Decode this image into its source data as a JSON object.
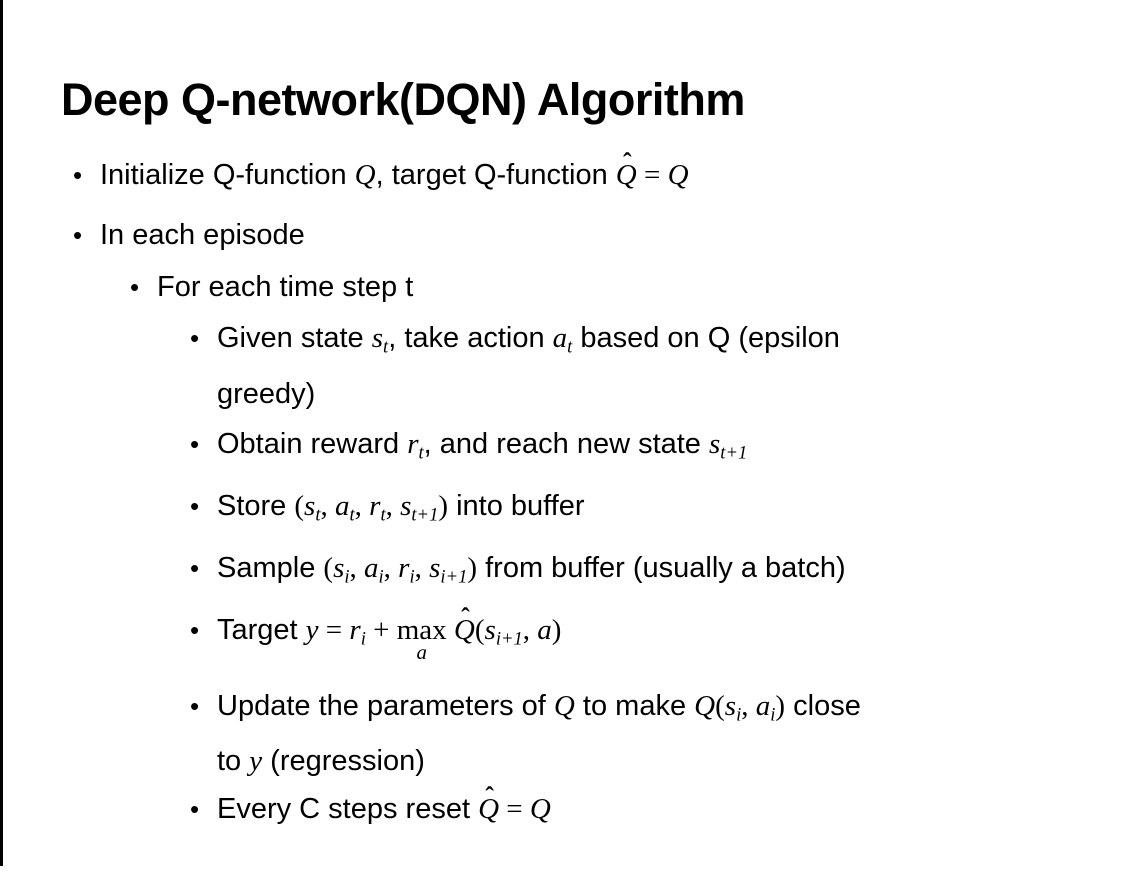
{
  "slide": {
    "title": "Deep Q-network(DQN) Algorithm",
    "bullets": [
      {
        "level": 1,
        "lines": [
          [
            {
              "k": "t",
              "t": "Initialize Q-function "
            },
            {
              "k": "v",
              "t": "Q"
            },
            {
              "k": "t",
              "t": ", target Q-function "
            },
            {
              "k": "hq",
              "t": "Q",
              "hat": "ˆ"
            },
            {
              "k": "o",
              "t": " = "
            },
            {
              "k": "v",
              "t": "Q"
            }
          ]
        ]
      },
      {
        "level": 1,
        "lines": [
          [
            {
              "k": "t",
              "t": "In each episode"
            }
          ]
        ]
      },
      {
        "level": 2,
        "lines": [
          [
            {
              "k": "t",
              "t": "For each time step t"
            }
          ]
        ]
      },
      {
        "level": 3,
        "lines": [
          [
            {
              "k": "t",
              "t": "Given state "
            },
            {
              "k": "v",
              "t": "s"
            },
            {
              "k": "sub",
              "t": "t"
            },
            {
              "k": "t",
              "t": ", take action "
            },
            {
              "k": "v",
              "t": "a"
            },
            {
              "k": "sub",
              "t": "t"
            },
            {
              "k": "t",
              "t": " based on Q (epsilon"
            }
          ],
          [
            {
              "k": "t",
              "t": "greedy)"
            }
          ]
        ]
      },
      {
        "level": 3,
        "lines": [
          [
            {
              "k": "t",
              "t": "Obtain reward "
            },
            {
              "k": "v",
              "t": "r"
            },
            {
              "k": "sub",
              "t": "t"
            },
            {
              "k": "t",
              "t": ", and reach new state "
            },
            {
              "k": "v",
              "t": "s"
            },
            {
              "k": "sub",
              "t": "t+1"
            }
          ]
        ]
      },
      {
        "level": 3,
        "lines": [
          [
            {
              "k": "t",
              "t": "Store "
            },
            {
              "k": "o",
              "t": "("
            },
            {
              "k": "v",
              "t": "s"
            },
            {
              "k": "sub",
              "t": "t"
            },
            {
              "k": "o",
              "t": ", "
            },
            {
              "k": "v",
              "t": "a"
            },
            {
              "k": "sub",
              "t": "t"
            },
            {
              "k": "o",
              "t": ", "
            },
            {
              "k": "v",
              "t": "r"
            },
            {
              "k": "sub",
              "t": "t"
            },
            {
              "k": "o",
              "t": ", "
            },
            {
              "k": "v",
              "t": "s"
            },
            {
              "k": "sub",
              "t": "t+1"
            },
            {
              "k": "o",
              "t": ")"
            },
            {
              "k": "t",
              "t": " into buffer"
            }
          ]
        ]
      },
      {
        "level": 3,
        "lines": [
          [
            {
              "k": "t",
              "t": "Sample "
            },
            {
              "k": "o",
              "t": "("
            },
            {
              "k": "v",
              "t": "s"
            },
            {
              "k": "sub",
              "t": "i"
            },
            {
              "k": "o",
              "t": ", "
            },
            {
              "k": "v",
              "t": "a"
            },
            {
              "k": "sub",
              "t": "i"
            },
            {
              "k": "o",
              "t": ", "
            },
            {
              "k": "v",
              "t": "r"
            },
            {
              "k": "sub",
              "t": "i"
            },
            {
              "k": "o",
              "t": ", "
            },
            {
              "k": "v",
              "t": "s"
            },
            {
              "k": "sub",
              "t": "i+1"
            },
            {
              "k": "o",
              "t": ")"
            },
            {
              "k": "t",
              "t": " from buffer (usually a batch)"
            }
          ]
        ]
      },
      {
        "level": 3,
        "lines": [
          [
            {
              "k": "t",
              "t": "Target "
            },
            {
              "k": "v",
              "t": "y"
            },
            {
              "k": "o",
              "t": " = "
            },
            {
              "k": "v",
              "t": "r"
            },
            {
              "k": "sub",
              "t": "i"
            },
            {
              "k": "o",
              "t": " + "
            },
            {
              "k": "mx",
              "t": "max",
              "u": "a"
            },
            {
              "k": "o",
              "t": " "
            },
            {
              "k": "hq",
              "t": "Q",
              "hat": "ˆ"
            },
            {
              "k": "o",
              "t": "("
            },
            {
              "k": "v",
              "t": "s"
            },
            {
              "k": "sub",
              "t": "i+1"
            },
            {
              "k": "o",
              "t": ", "
            },
            {
              "k": "v",
              "t": "a"
            },
            {
              "k": "o",
              "t": ")"
            }
          ]
        ]
      },
      {
        "level": 3,
        "lines": [
          [
            {
              "k": "t",
              "t": "Update the parameters of "
            },
            {
              "k": "v",
              "t": "Q"
            },
            {
              "k": "t",
              "t": " to make "
            },
            {
              "k": "v",
              "t": "Q"
            },
            {
              "k": "o",
              "t": "("
            },
            {
              "k": "v",
              "t": "s"
            },
            {
              "k": "sub",
              "t": "i"
            },
            {
              "k": "o",
              "t": ", "
            },
            {
              "k": "v",
              "t": "a"
            },
            {
              "k": "sub",
              "t": "i"
            },
            {
              "k": "o",
              "t": ")"
            },
            {
              "k": "t",
              "t": " close"
            }
          ],
          [
            {
              "k": "t",
              "t": "to "
            },
            {
              "k": "v",
              "t": "y"
            },
            {
              "k": "t",
              "t": " (regression)"
            }
          ]
        ]
      },
      {
        "level": 3,
        "lines": [
          [
            {
              "k": "t",
              "t": "Every C steps reset "
            },
            {
              "k": "hq",
              "t": "Q",
              "hat": "ˆ"
            },
            {
              "k": "o",
              "t": " = "
            },
            {
              "k": "v",
              "t": "Q"
            }
          ]
        ]
      }
    ]
  },
  "icons": {
    "bullet_marker": "•"
  },
  "colors": {
    "background": "#ffffff",
    "text": "#000000",
    "border": "#000000"
  }
}
